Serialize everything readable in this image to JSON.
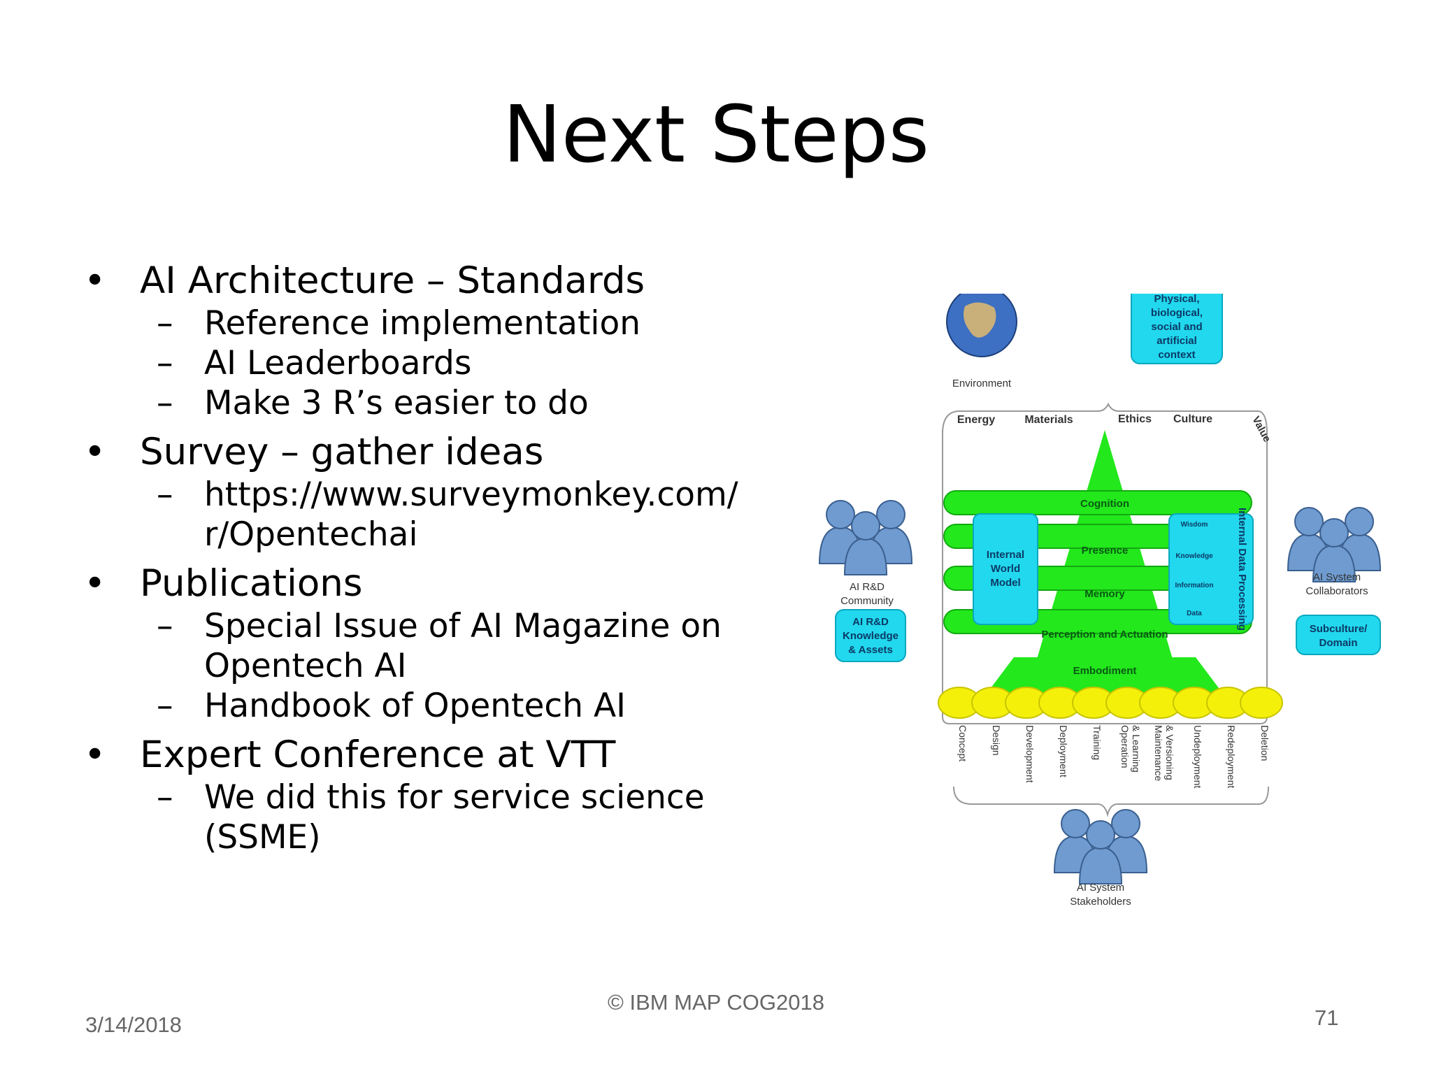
{
  "slide": {
    "title": "Next Steps",
    "bullets": [
      {
        "text": "AI Architecture – Standards",
        "sub": [
          "Reference implementation",
          "AI Leaderboards",
          "Make 3 R’s easier to do"
        ]
      },
      {
        "text": "Survey – gather ideas",
        "sub": [
          "https://www.surveymonkey.com/\nr/Opentechai"
        ]
      },
      {
        "text": "Publications",
        "sub": [
          "Special Issue of AI Magazine on\nOpentech AI",
          "Handbook of Opentech AI"
        ]
      },
      {
        "text": "Expert Conference at VTT",
        "sub": [
          "We did this for service science\n(SSME)"
        ]
      }
    ],
    "bullet_mark": "•",
    "sub_mark": "–"
  },
  "footer": {
    "date": "3/14/2018",
    "copyright": "© IBM MAP COG2018",
    "page": "71"
  },
  "diagram": {
    "environment_label": "Environment",
    "context_box": [
      "Physical,",
      "biological,",
      "social and",
      "artificial",
      "context"
    ],
    "top_labels": [
      "Energy",
      "Materials",
      "Ethics",
      "Culture",
      "Value"
    ],
    "layers": [
      "Cognition",
      "Presence",
      "Memory",
      "Perception and Actuation",
      "Embodiment"
    ],
    "internal_world_model": [
      "Internal",
      "World",
      "Model"
    ],
    "internal_data_processing": "Internal Data Processing",
    "dikw": [
      "Wisdom",
      "Knowledge",
      "Information",
      "Data"
    ],
    "left_group_label": [
      "AI R&D",
      "Community"
    ],
    "left_box": [
      "AI R&D",
      "Knowledge",
      "& Assets"
    ],
    "right_group_label": [
      "AI System",
      "Collaborators"
    ],
    "right_box": [
      "Subculture/",
      "Domain"
    ],
    "lifecycle": [
      "Concept",
      "Design",
      "Development",
      "Deployment",
      "Training",
      "Operation & Learning",
      "Maintenance & Versioning",
      "Undeployment",
      "Redeployment",
      "Deletion"
    ],
    "bottom_group_label": [
      "AI System",
      "Stakeholders"
    ],
    "colors": {
      "green": "#22e81c",
      "cyan": "#22d8ee",
      "yellow": "#f4f00a",
      "people": "#6f9bd0"
    }
  }
}
